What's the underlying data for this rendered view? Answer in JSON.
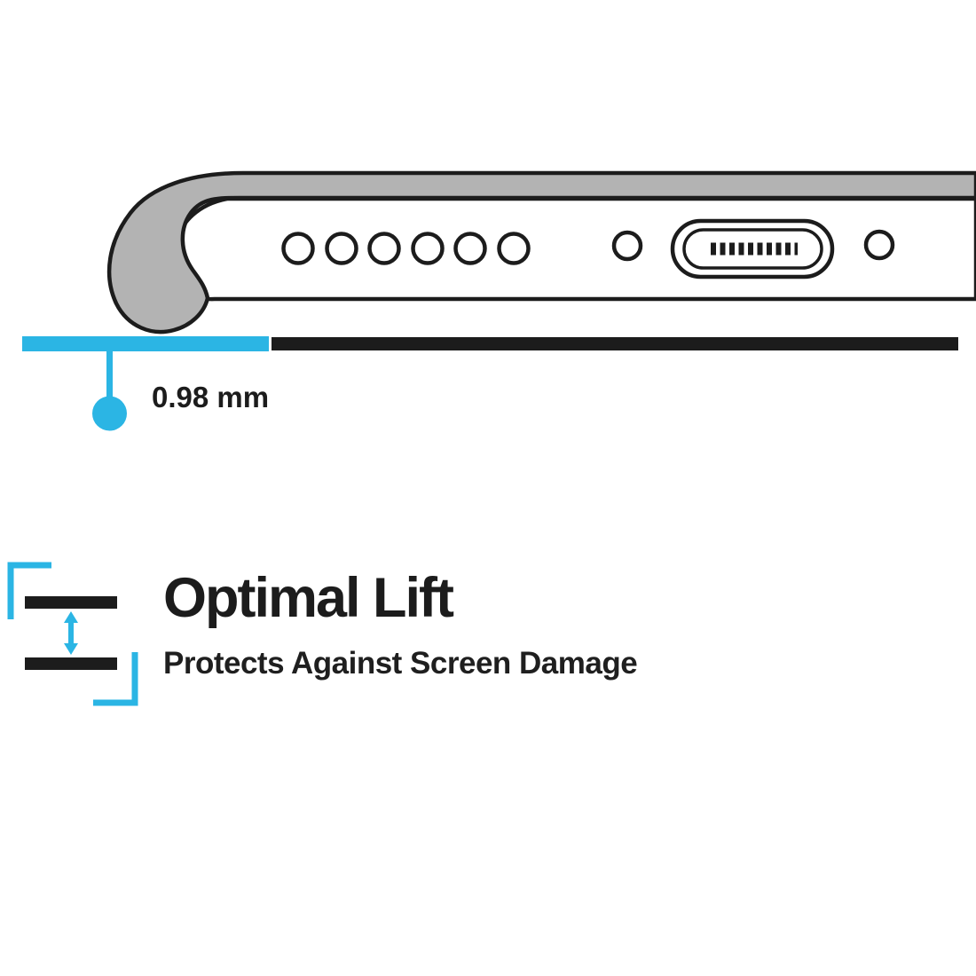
{
  "colors": {
    "accent": "#2bb5e4",
    "ink": "#1c1c1c",
    "case_gray": "#b3b3b3",
    "background": "#ffffff"
  },
  "measurement": {
    "label": "0.98 mm"
  },
  "feature": {
    "title": "Optimal Lift",
    "subtitle": "Protects Against Screen Damage"
  },
  "illustration": {
    "speaker_hole_count": 6,
    "subject": "phone case bottom edge cross-section with raised lip"
  }
}
